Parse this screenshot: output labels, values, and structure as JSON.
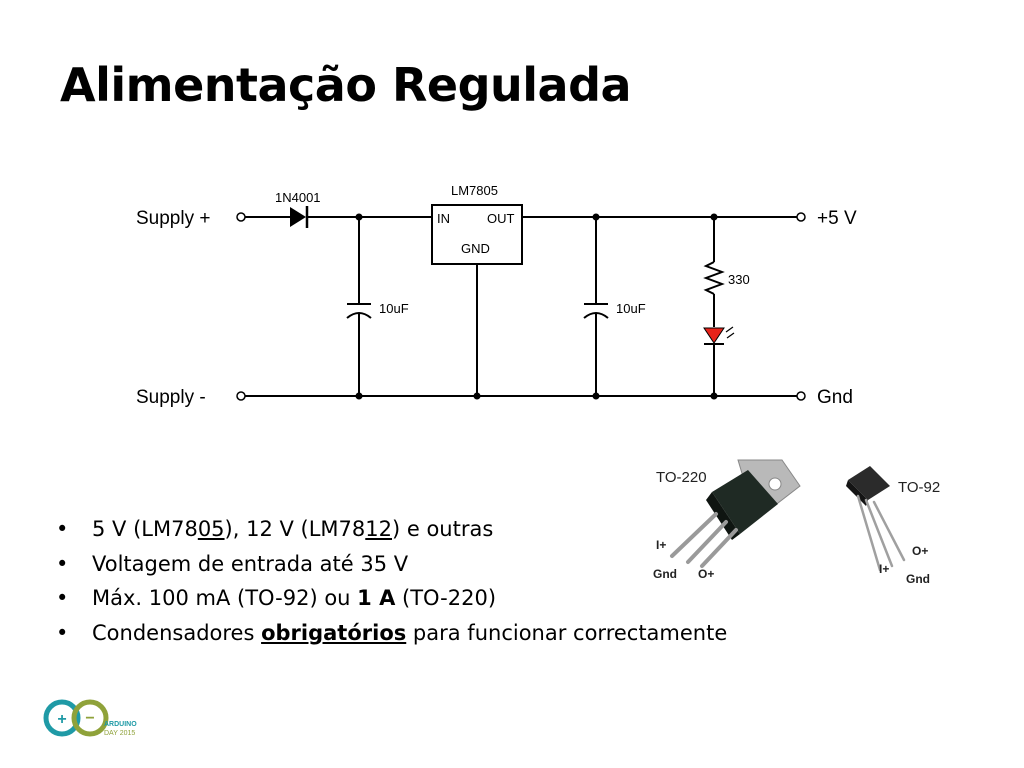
{
  "title": "Alimentação Regulada",
  "schematic": {
    "supply_plus": "Supply +",
    "supply_minus": "Supply -",
    "out_plus": "+5 V",
    "out_gnd": "Gnd",
    "diode": "1N4001",
    "regulator": "LM7805",
    "reg_in": "IN",
    "reg_out": "OUT",
    "reg_gnd": "GND",
    "cap1": "10uF",
    "cap2": "10uF",
    "resistor": "330"
  },
  "bullets": {
    "b1_a": "5 V (LM78",
    "b1_u1": "05",
    "b1_b": "), 12 V (LM78",
    "b1_u2": "12",
    "b1_c": ") e outras",
    "b2": "Voltagem de entrada até 35 V",
    "b3_a": "Máx. 100 mA (TO-92) ou ",
    "b3_bold": "1 A",
    "b3_c": " (TO-220)",
    "b4_a": "Condensadores ",
    "b4_bold": "obrigatórios",
    "b4_c": " para funcionar correctamente"
  },
  "packages": {
    "to220": {
      "name": "TO-220",
      "pin_in": "I+",
      "pin_gnd": "Gnd",
      "pin_out": "O+"
    },
    "to92": {
      "name": "TO-92",
      "pin_in": "I+",
      "pin_out": "O+",
      "pin_gnd": "Gnd"
    }
  },
  "logo": {
    "line1": "ARDUINO",
    "line2": "DAY 2015"
  },
  "colors": {
    "led": "#e8231a",
    "wire": "#000000",
    "logo_teal": "#1f9aa6",
    "logo_olive": "#8fa23a"
  }
}
